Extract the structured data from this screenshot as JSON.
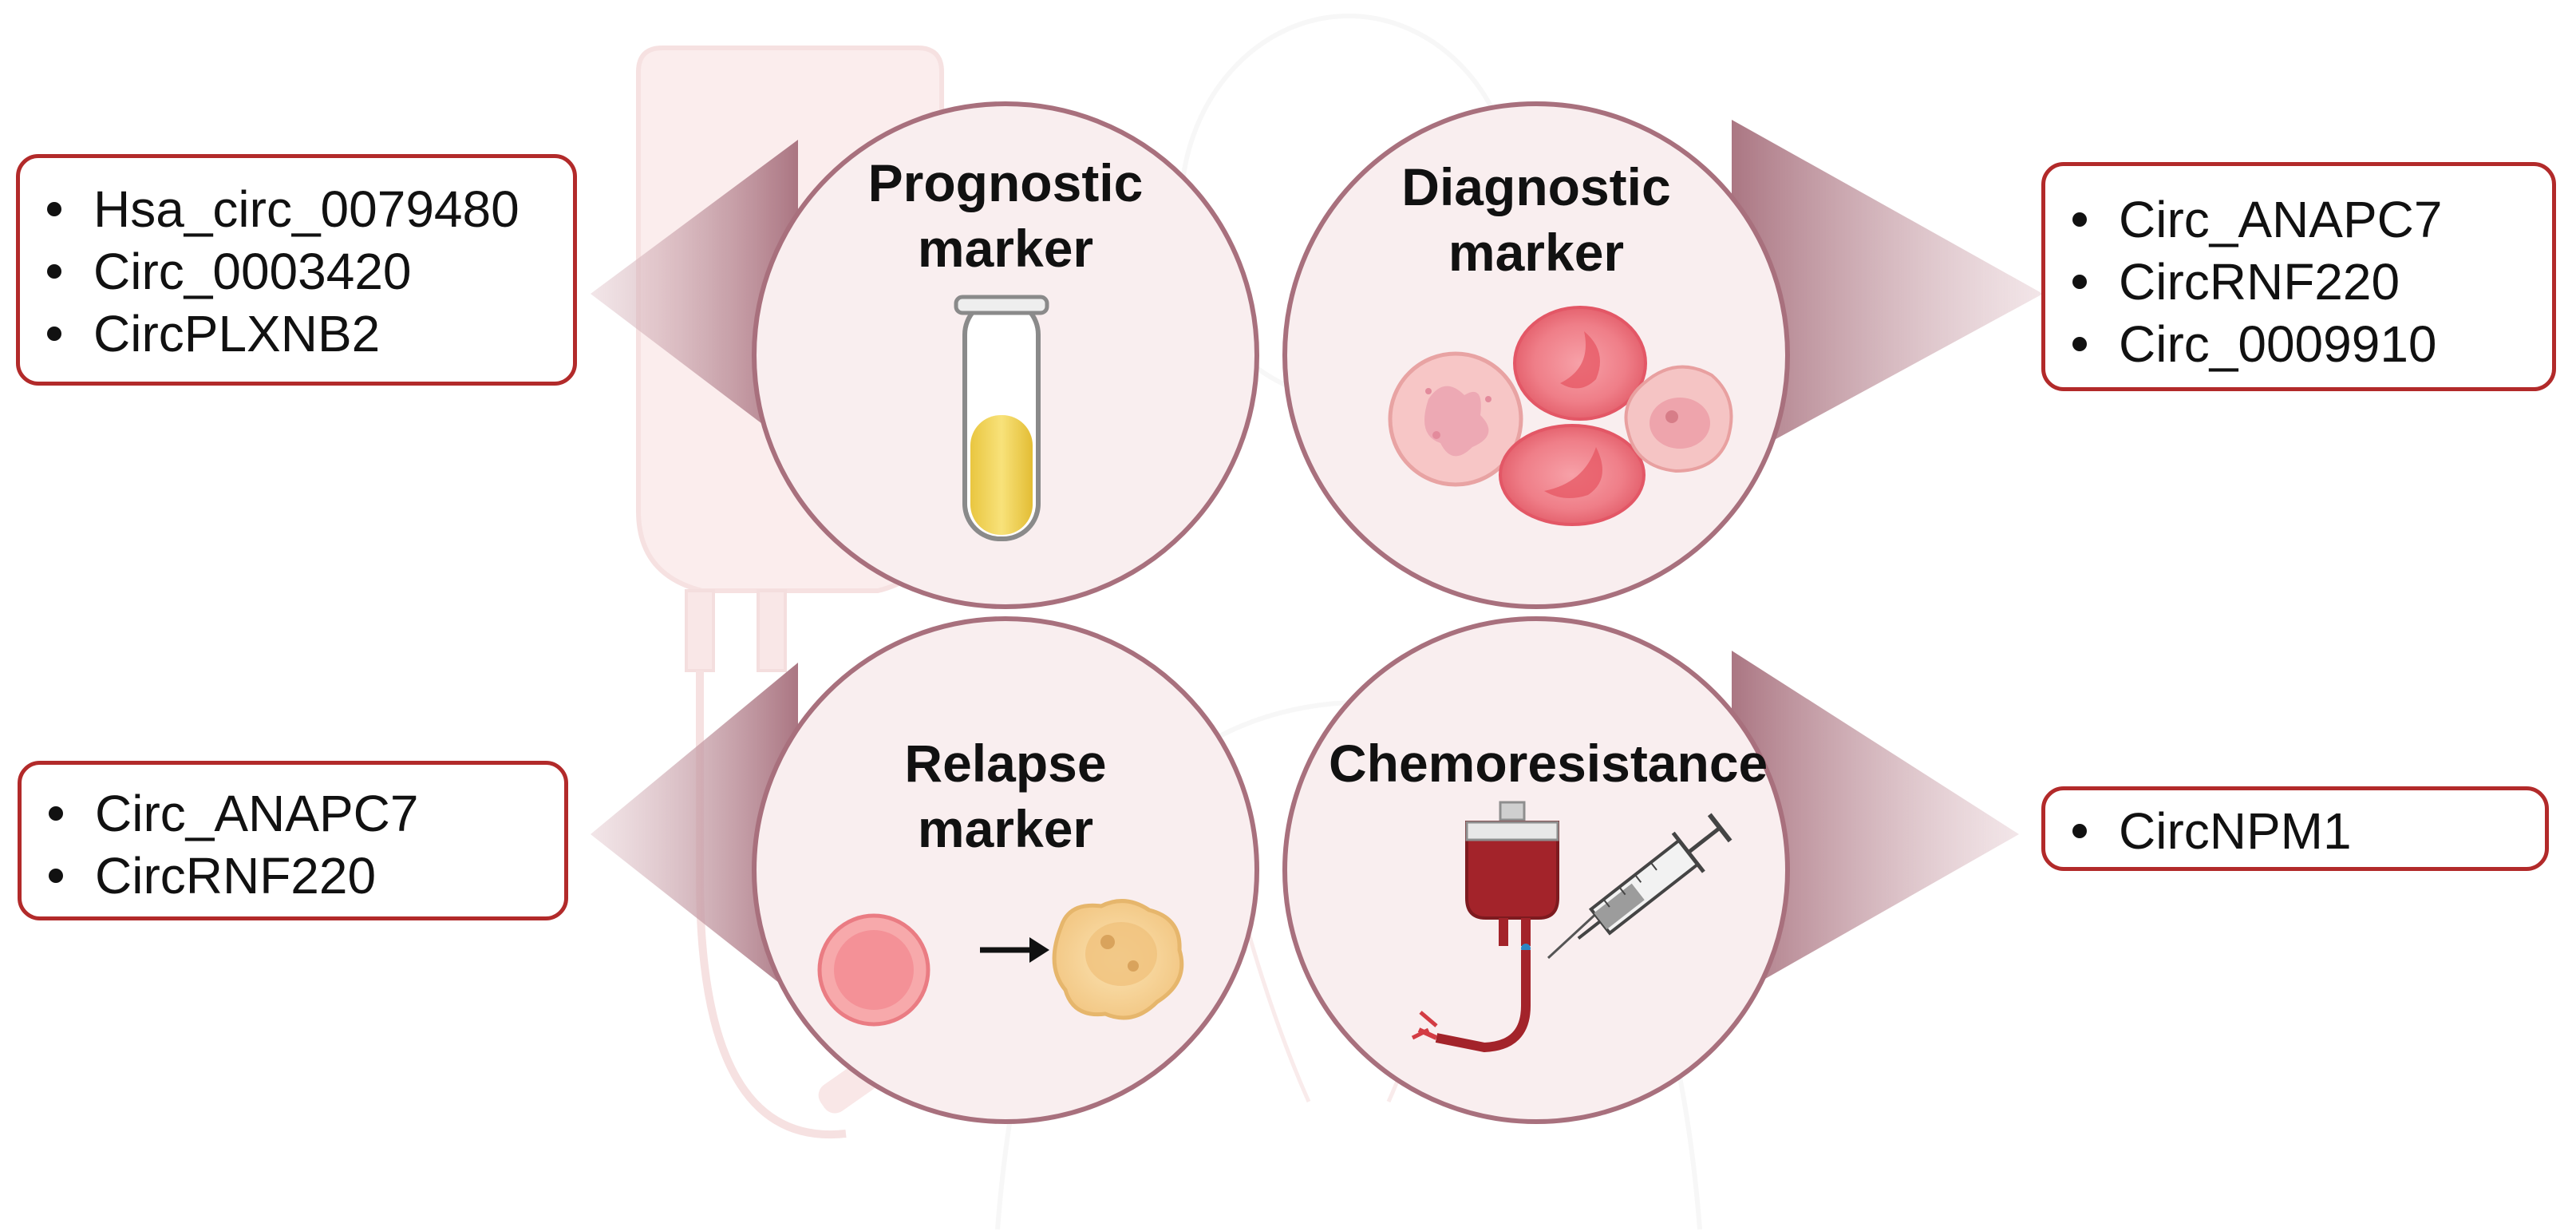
{
  "panels": [
    {
      "title": [
        "Prognostic",
        "marker"
      ],
      "items": [
        "Hsa_circ_0079480",
        "Circ_0003420",
        "CircPLXNB2"
      ],
      "icon": "test-tube-icon"
    },
    {
      "title": [
        "Diagnostic",
        "marker"
      ],
      "items": [
        "Circ_ANAPC7",
        "CircRNF220",
        "Circ_0009910"
      ],
      "icon": "blood-cells-icon"
    },
    {
      "title": [
        "Relapse",
        "marker"
      ],
      "items": [
        "Circ_ANAPC7",
        "CircRNF220"
      ],
      "icon": "cell-transformation-icon"
    },
    {
      "title": [
        "Chemoresistance"
      ],
      "items": [
        "CircNPM1"
      ],
      "icon": "iv-bag-syringe-icon"
    }
  ],
  "colors": {
    "box_border": "#b22a2a",
    "circle_border": "#a8707d",
    "circle_fill": "#f9eeef",
    "wedge": "#b98792"
  }
}
